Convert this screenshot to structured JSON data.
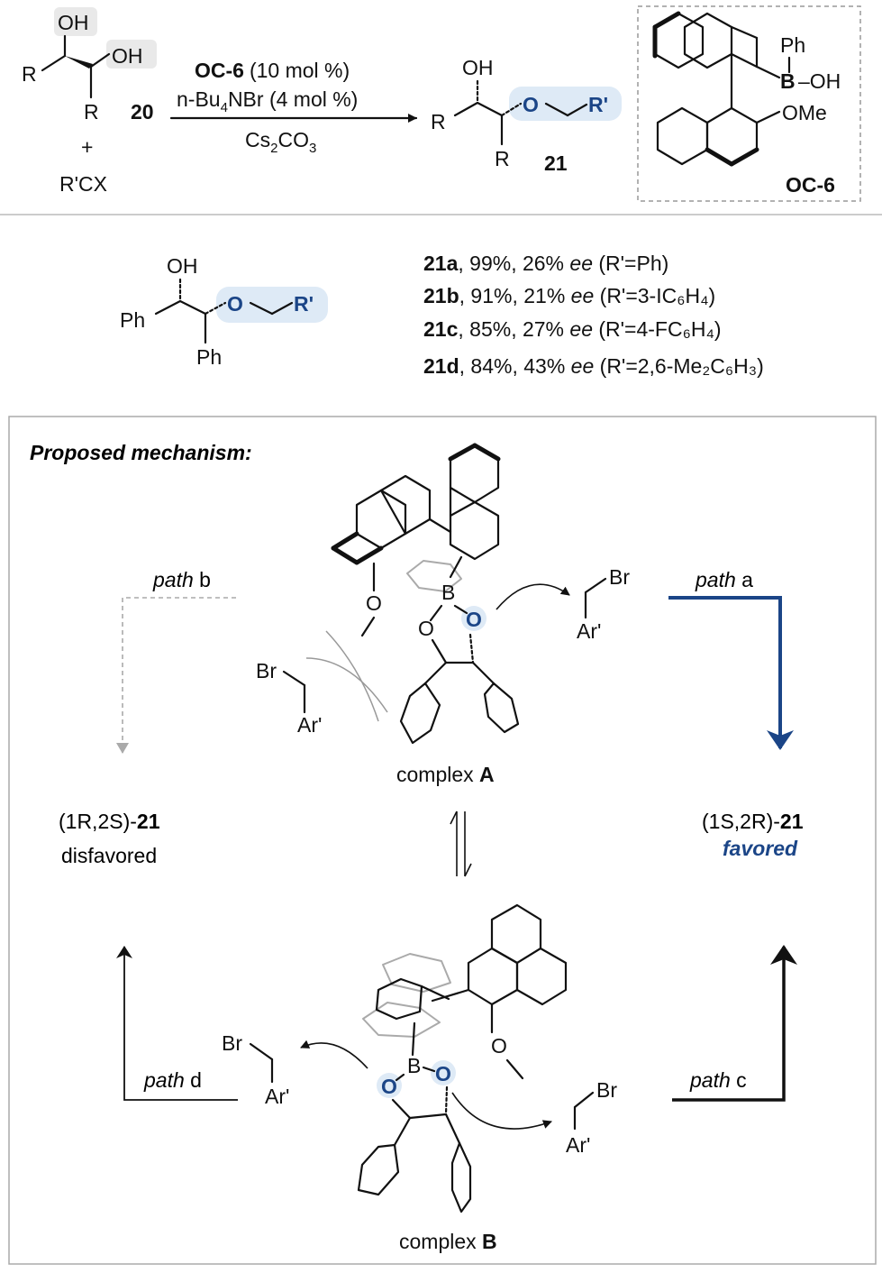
{
  "scheme": {
    "reactant_oh1": "OH",
    "reactant_oh2": "OH",
    "reactant_r1": "R",
    "reactant_r2": "R",
    "reactant_label": "20",
    "plus": "+",
    "reagent": "R'CX",
    "condition_catalyst": "OC-6",
    "condition_catalyst_loading": "(10 mol %)",
    "condition_additive_a": "n-Bu",
    "condition_additive_sub": "4",
    "condition_additive_b": "NBr (4 mol %)",
    "condition_base_a": "Cs",
    "condition_base_sub1": "2",
    "condition_base_b": "CO",
    "condition_base_sub2": "3",
    "product_oh": "OH",
    "product_o": "O",
    "product_r_prime": "R'",
    "product_r1": "R",
    "product_r2": "R",
    "product_label": "21",
    "catalyst_ph": "Ph",
    "catalyst_b": "B",
    "catalyst_oh": "–OH",
    "catalyst_ome": "OMe",
    "catalyst_label": "OC-6"
  },
  "examples": {
    "struct_oh": "OH",
    "struct_o": "O",
    "struct_r_prime": "R'",
    "struct_ph1": "Ph",
    "struct_ph2": "Ph",
    "rows": [
      {
        "id": "21a",
        "text": ", 99%, 26% ",
        "ee": "ee",
        "tail": " (R'=Ph)"
      },
      {
        "id": "21b",
        "text": ", 91%, 21% ",
        "ee": "ee",
        "tail": " (R'=3-IC₆H₄)"
      },
      {
        "id": "21c",
        "text": ", 85%, 27% ",
        "ee": "ee",
        "tail": " (R'=4-FC₆H₄)"
      },
      {
        "id": "21d",
        "text": ", 84%, 43% ",
        "ee": "ee",
        "tail": " (R'=2,6-Me₂C₆H₃)"
      }
    ]
  },
  "mechanism": {
    "title": "Proposed mechanism:",
    "path_a": "path",
    "path_a_letter": " a",
    "path_b": "path",
    "path_b_letter": " b",
    "path_c": "path",
    "path_c_letter": " c",
    "path_d": "path",
    "path_d_letter": " d",
    "complex_a": "complex ",
    "complex_a_letter": "A",
    "complex_b": "complex ",
    "complex_b_letter": "B",
    "left_product_a": "(1R,2S)-",
    "left_product_b": "21",
    "left_status": "disfavored",
    "right_product_a": "(1S,2R)-",
    "right_product_b": "21",
    "right_status": "favored",
    "br": "Br",
    "ar": "Ar'",
    "boron": "B",
    "oxygen": "O",
    "favored_color": "#1b4587",
    "disfavored_color": "#aaaaaa"
  }
}
